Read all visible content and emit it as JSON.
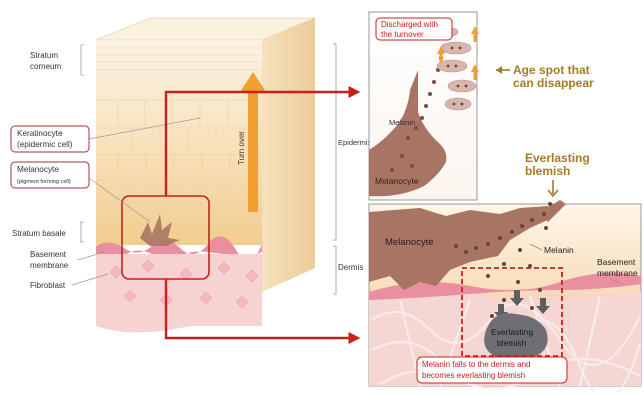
{
  "left_panel": {
    "labels": {
      "stratum_corneum": [
        "Stratum",
        "corneum"
      ],
      "keratinocyte": [
        "Keratinocyte",
        "(epidermic cell)"
      ],
      "melanocyte": [
        "Melanocyte",
        "(pigment forming cell)"
      ],
      "stratum_basale": "Stratum basale",
      "basement_membrane": [
        "Basement",
        "membrane"
      ],
      "fibroblast": "Fibroblast",
      "turn_over": "Turn over",
      "epidermis": "Epidermis",
      "dermis": "Dermis"
    }
  },
  "top_inset": {
    "discharged": [
      "Discharged with",
      "the turnover"
    ],
    "melanin": "Melanin",
    "melanocyte": "Melanocyte"
  },
  "bottom_inset": {
    "melanocyte": "Melanocyte",
    "melanin": "Melanin",
    "basement_membrane": [
      "Basement",
      "membrane"
    ],
    "everlasting_blemish": [
      "Everlasting",
      "blemish"
    ],
    "melanin_falls": [
      "Melanin falls to the dermis and",
      "becomes everlasting blemish"
    ]
  },
  "callouts": {
    "age_spot": [
      "Age spot that",
      "can disappear"
    ],
    "everlasting": [
      "Everlasting",
      "blemish"
    ]
  },
  "colors": {
    "callout_gold": "#a57b25",
    "connector_red": "#c8201c",
    "turnover_arrow": "#f0a030",
    "skin_pink": "#f3c9c6",
    "melanocyte_brown": "#9a6b5a"
  }
}
